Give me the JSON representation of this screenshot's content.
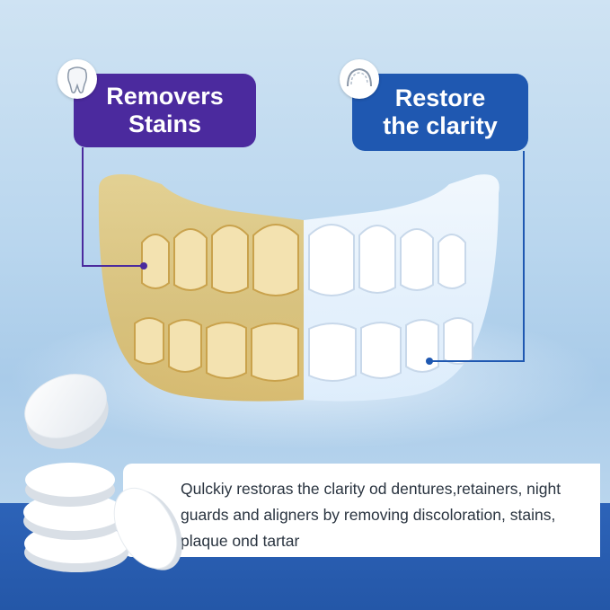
{
  "badges": {
    "left": {
      "label": "Removers\nStains",
      "color": "#4b2a9e"
    },
    "right": {
      "label": "Restore\nthe clarity",
      "color": "#1f58b1"
    }
  },
  "icons": {
    "left": "tooth-icon",
    "right": "teeth-arch-icon"
  },
  "caption": {
    "text": "Qulckiy restoras the clarity od dentures,retainers, night guards and aligners by removing discoloration, stains, plaque ond tartar"
  },
  "colors": {
    "stained_guard": "#e0c06a",
    "clean_guard": "#eef6ff",
    "bottom_band": "#2457a8"
  }
}
